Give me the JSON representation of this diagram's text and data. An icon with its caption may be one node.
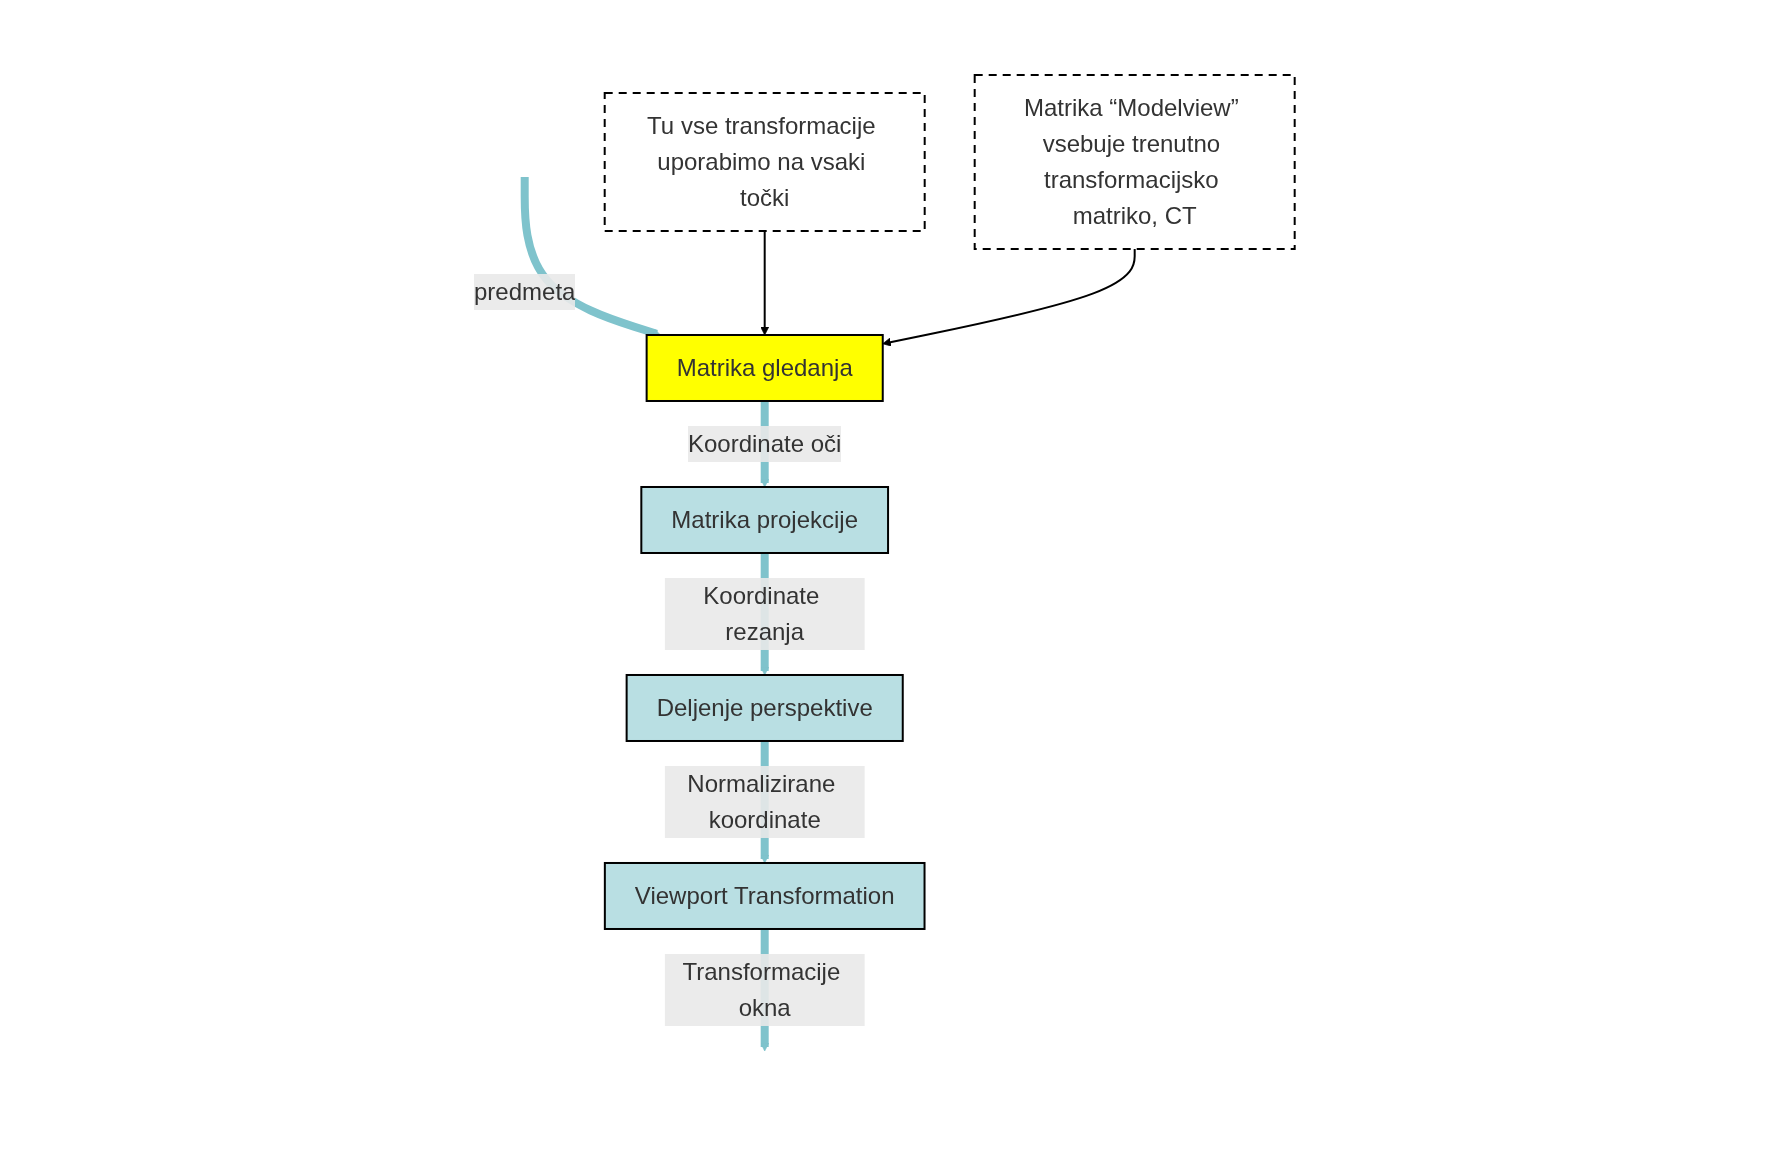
{
  "diagram": {
    "nodes": [
      {
        "text": [
          "Matrika gledanja"
        ]
      },
      {
        "text": [
          "Matrika projekcije"
        ]
      },
      {
        "text": [
          "Deljenje perspektive"
        ]
      },
      {
        "text": [
          "Viewport Transformation"
        ]
      },
      {
        "text": [
          "Tu vse transformacije uporabimo na vsaki točki"
        ]
      },
      {
        "text": [
          "Matrika “Modelview” vsebuje trenutno transformacijsko matriko, CT"
        ]
      }
    ],
    "edges": [
      {
        "from": null,
        "to": 0,
        "arrow": "to",
        "label": "predmeta"
      },
      {
        "from": 0,
        "to": 1,
        "arrow": "to",
        "label": "Koordinate oči"
      },
      {
        "from": 1,
        "to": 2,
        "arrow": "to",
        "label": "Koordinate rezanja"
      },
      {
        "from": 2,
        "to": 3,
        "arrow": "to",
        "label": "Normalizirane koordinate"
      },
      {
        "from": 3,
        "to": null,
        "arrow": "to",
        "label": "Transformacije okna"
      },
      {
        "from": 4,
        "to": 0,
        "arrow": "to",
        "color": "#000000"
      },
      {
        "from": 5,
        "to": 0,
        "arrow": "to",
        "color": "#000000"
      }
    ]
  }
}
